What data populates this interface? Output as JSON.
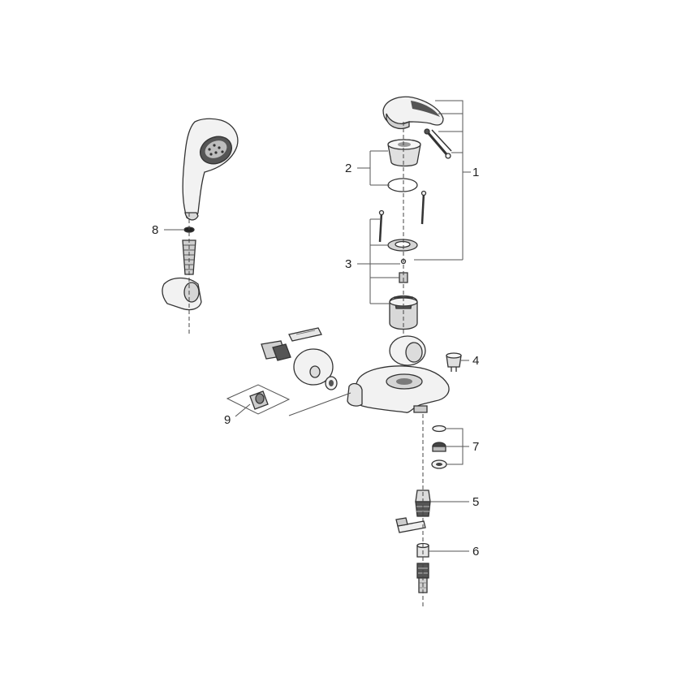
{
  "colors": {
    "background": "#ffffff",
    "line": "#555555",
    "part_light": "#f2f2f2",
    "part_mid": "#c8c8c8",
    "part_dark": "#555555"
  },
  "callouts": [
    {
      "id": "1",
      "label": "1",
      "part": "lever-handle-assembly"
    },
    {
      "id": "2",
      "label": "2",
      "part": "handle-cap-and-o-ring"
    },
    {
      "id": "3",
      "label": "3",
      "part": "cartridge-kit"
    },
    {
      "id": "4",
      "label": "4",
      "part": "spout-plug"
    },
    {
      "id": "5",
      "label": "5",
      "part": "s-union"
    },
    {
      "id": "6",
      "label": "6",
      "part": "union-nut-set"
    },
    {
      "id": "7",
      "label": "7",
      "part": "diverter-set"
    },
    {
      "id": "8",
      "label": "8",
      "part": "hand-shower"
    },
    {
      "id": "9",
      "label": "9",
      "part": "wall-connection"
    }
  ]
}
